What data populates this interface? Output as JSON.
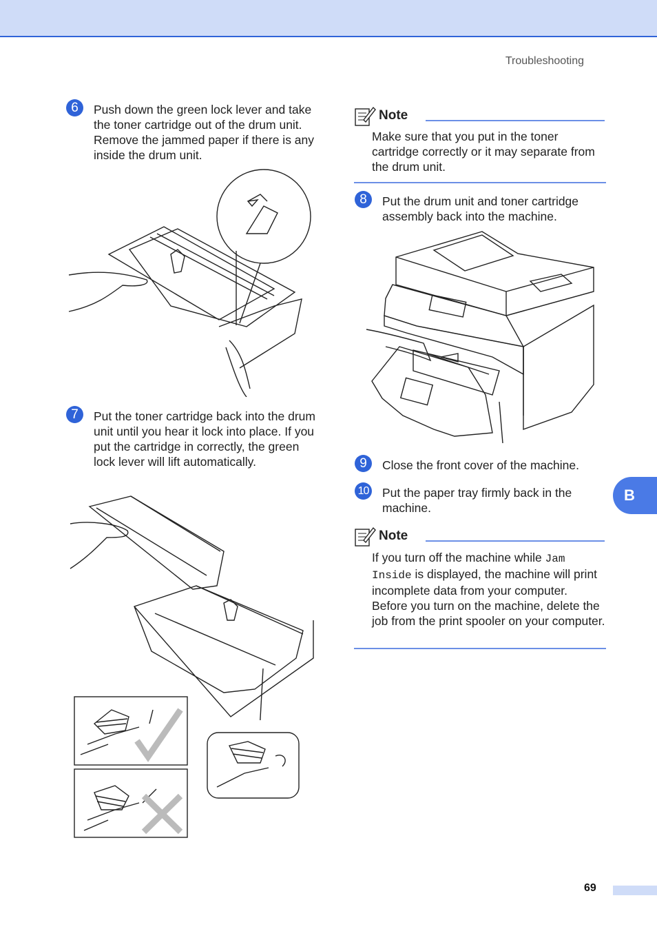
{
  "header": {
    "title": "Troubleshooting"
  },
  "steps": {
    "s6": {
      "badge": "6",
      "text": "Push down the green lock lever and take the toner cartridge out of the drum unit. Remove the jammed paper if there is any inside the drum unit."
    },
    "s7": {
      "badge": "7",
      "text": "Put the toner cartridge back into the drum unit until you hear it lock into place. If you put the cartridge in correctly, the green lock lever will lift automatically."
    },
    "s8": {
      "badge": "8",
      "text": "Put the drum unit and toner cartridge assembly back into the machine."
    },
    "s9": {
      "badge": "9",
      "text": "Close the front cover of the machine."
    },
    "s10": {
      "badge": "10",
      "text": "Put the paper tray firmly back in the machine."
    }
  },
  "note1": {
    "title": "Note",
    "body": "Make sure that you put in the toner cartridge correctly or it may separate from the drum unit."
  },
  "note2": {
    "title": "Note",
    "body_pre": "If you turn off the machine while ",
    "code": "Jam Inside",
    "body_post": " is displayed, the machine will print incomplete data from your computer. Before you turn on the machine, delete the job from the print spooler on your computer."
  },
  "side_tab": {
    "label": "B"
  },
  "footer": {
    "page_number": "69"
  },
  "icons": {
    "note": "pencil-paper-icon",
    "correct": "checkmark-icon",
    "incorrect": "cross-icon"
  },
  "colors": {
    "accent": "#2f63d8",
    "band": "#cfdcf8",
    "tab": "#4a7ae6"
  }
}
